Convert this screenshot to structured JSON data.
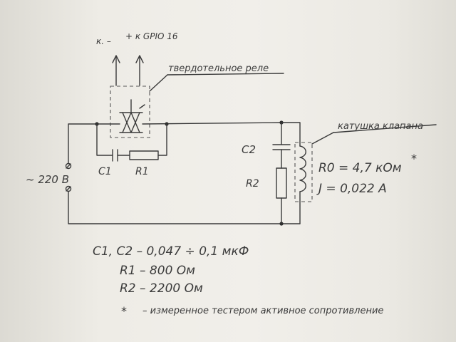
{
  "labels": {
    "gpio_minus": "к. –",
    "gpio_plus": "+ к GPIO 16",
    "ssr": "твердотельное реле",
    "coil": "катушка клапана",
    "c1": "C1",
    "r1": "R1",
    "c2": "C2",
    "r2": "R2",
    "mains": "~ 220 B",
    "r0_value": "R0 = 4,7 кОм",
    "r0_star": "*",
    "current_value": "J = 0,022 A"
  },
  "notes": {
    "caps": "C1, C2  –  0,047 ÷ 0,1 мкФ",
    "r1": "R1  –  800 Ом",
    "r2": "R2  –  2200 Ом",
    "star_sym": "*",
    "star_text": "–  измеренное тестером активное сопротивление"
  }
}
